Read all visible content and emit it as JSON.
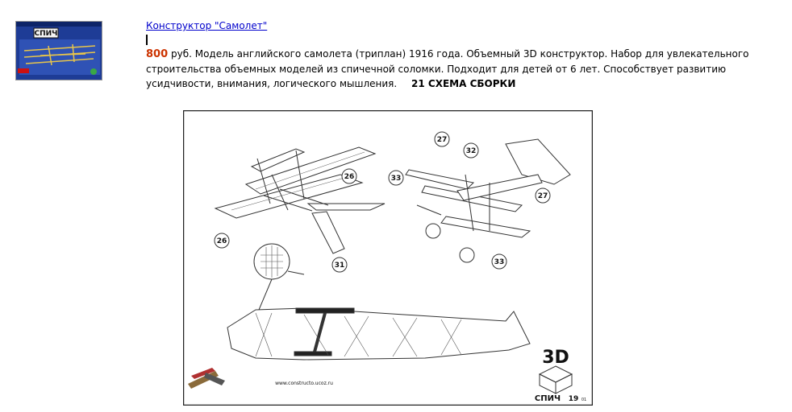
{
  "product": {
    "link_text": "Конструктор \"Самолет\"",
    "price": "800",
    "currency": "руб.",
    "description": "Модель английского самолета (триплан) 1916 года. Объемный 3D конструктор. Набор для увлекательного строительства объемных моделей из спичечной соломки. Подходит для детей от 6 лет. Способствует развитию усидчивости, внимания, логического мышления.",
    "scheme_label": "21 СХЕМА СБОРКИ",
    "box_brand": "СПИЧ"
  },
  "scheme": {
    "callouts": [
      "26",
      "26",
      "31",
      "27",
      "32",
      "33",
      "27",
      "33"
    ],
    "logo_3d": "3D",
    "url": "www.constructo.ucoz.ru",
    "brand": "СПИЧ",
    "page": "19",
    "page_sub": "01"
  },
  "colors": {
    "link": "#0000cc",
    "price": "#cc3300",
    "box_blue": "#1e3c96",
    "box_yellow": "#e8c54a"
  }
}
